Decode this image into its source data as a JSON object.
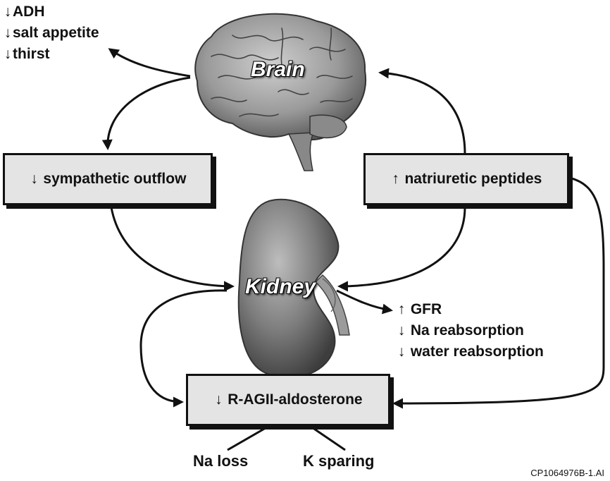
{
  "brain": {
    "label": "Brain",
    "effects": [
      {
        "arrow": "↓",
        "text": "ADH"
      },
      {
        "arrow": "↓",
        "text": "salt appetite"
      },
      {
        "arrow": "↓",
        "text": "thirst"
      }
    ]
  },
  "kidney": {
    "label": "Kidney",
    "effects": [
      {
        "arrow": "↑",
        "text": "GFR"
      },
      {
        "arrow": "↓",
        "text": "Na reabsorption"
      },
      {
        "arrow": "↓",
        "text": "water reabsorption"
      }
    ]
  },
  "boxes": {
    "sympathetic": {
      "arrow": "↓",
      "text": "sympathetic outflow"
    },
    "natriuretic": {
      "arrow": "↑",
      "text": "natriuretic peptides"
    },
    "raas": {
      "arrow": "↓",
      "text": "R-AGII-aldosterone"
    }
  },
  "outcomes": {
    "na": "Na loss",
    "k": "K sparing"
  },
  "figure_id": "CP1064976B-1.AI"
}
